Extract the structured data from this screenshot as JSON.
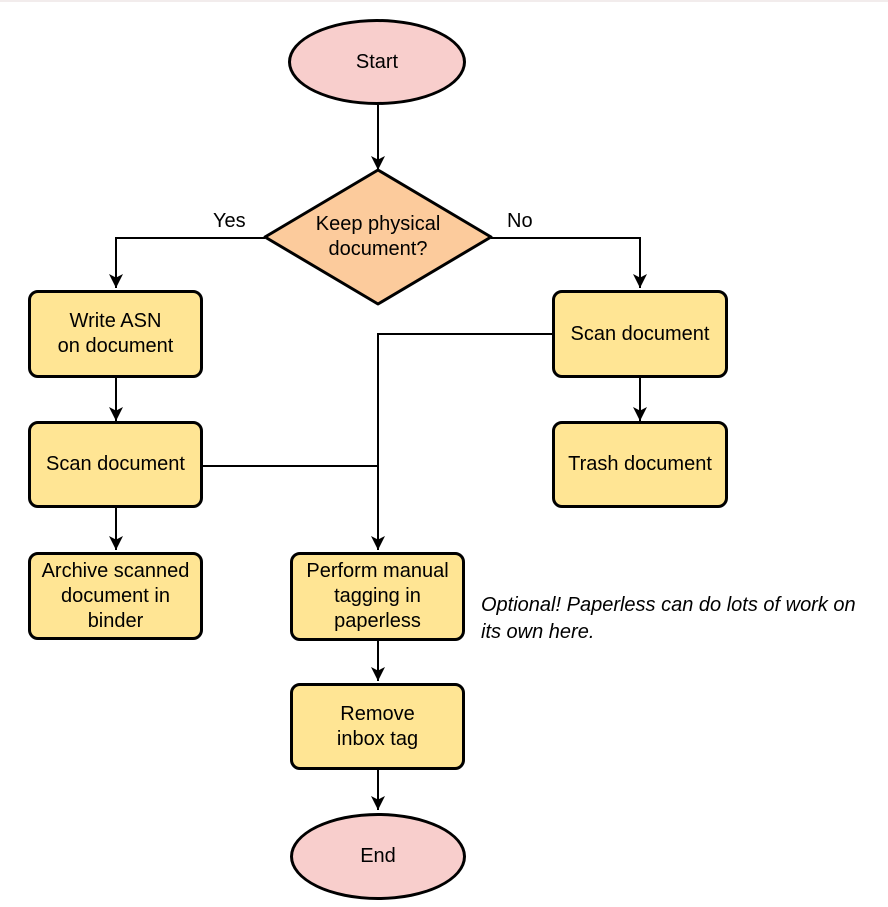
{
  "flowchart": {
    "nodes": {
      "start": {
        "label": "Start",
        "shape": "terminator"
      },
      "decision": {
        "label": "Keep physical\ndocument?",
        "shape": "decision"
      },
      "write_asn": {
        "label": "Write ASN\non document",
        "shape": "process"
      },
      "scan_left": {
        "label": "Scan document",
        "shape": "process"
      },
      "archive": {
        "label": "Archive scanned\ndocument in\nbinder",
        "shape": "process"
      },
      "scan_right": {
        "label": "Scan document",
        "shape": "process"
      },
      "trash": {
        "label": "Trash document",
        "shape": "process"
      },
      "tagging": {
        "label": "Perform manual\ntagging in\npaperless",
        "shape": "process"
      },
      "remove_inbox": {
        "label": "Remove\ninbox tag",
        "shape": "process"
      },
      "end": {
        "label": "End",
        "shape": "terminator"
      }
    },
    "edge_labels": {
      "yes": "Yes",
      "no": "No"
    },
    "edges": [
      {
        "from": "start",
        "to": "decision"
      },
      {
        "from": "decision",
        "to": "write_asn",
        "label": "Yes"
      },
      {
        "from": "decision",
        "to": "scan_right",
        "label": "No"
      },
      {
        "from": "write_asn",
        "to": "scan_left"
      },
      {
        "from": "scan_left",
        "to": "archive"
      },
      {
        "from": "scan_right",
        "to": "trash"
      },
      {
        "from": "scan_right",
        "to": "tagging"
      },
      {
        "from": "scan_left",
        "to": "tagging"
      },
      {
        "from": "tagging",
        "to": "remove_inbox"
      },
      {
        "from": "remove_inbox",
        "to": "end"
      }
    ],
    "note": "Optional! Paperless can do lots of work on\nits own here.",
    "colors": {
      "stroke": "#000000",
      "terminator_fill": "#F8CECC",
      "decision_fill": "#FCCB9C",
      "process_fill": "#FFE594",
      "bottom_divider": "#f2ecec"
    }
  }
}
